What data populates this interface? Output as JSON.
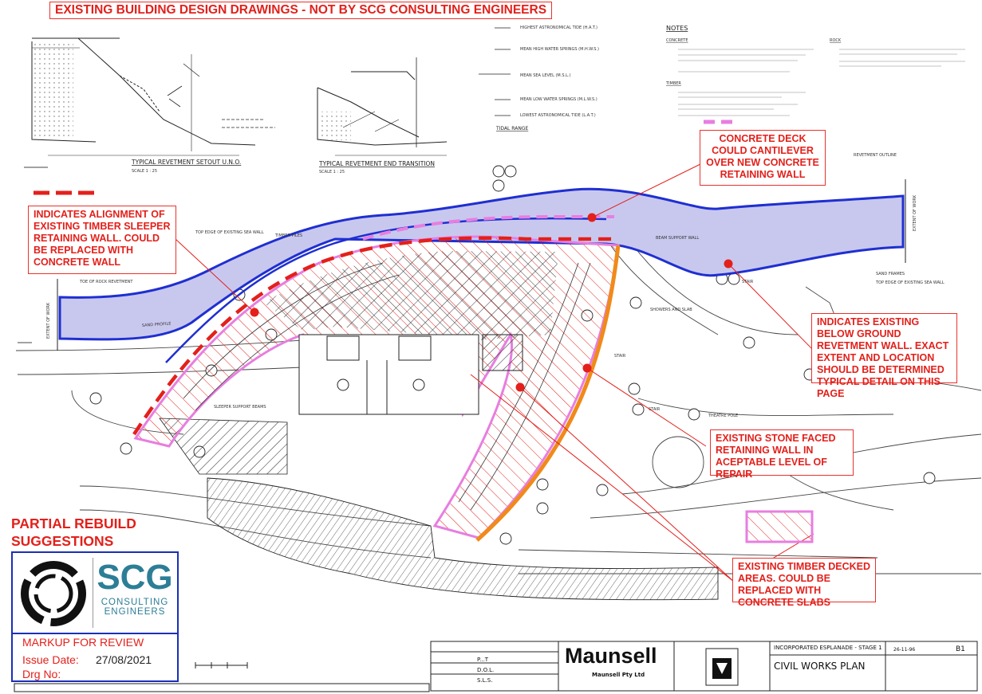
{
  "banner": "EXISTING BUILDING DESIGN DRAWINGS - NOT BY SCG CONSULTING ENGINEERS",
  "callouts": {
    "timber_wall": "INDICATES ALIGNMENT OF EXISTING TIMBER SLEEPER RETAINING WALL. COULD BE REPLACED WITH CONCRETE WALL",
    "concrete_deck": "CONCRETE DECK COULD CANTILEVER OVER NEW CONCRETE RETAINING WALL",
    "revetment_wall": "INDICATES EXISTING BELOW GROUND REVETMENT WALL. EXACT EXTENT AND LOCATION SHOULD BE DETERMINED TYPICAL DETAIL ON THIS PAGE",
    "stone_wall": "EXISTING STONE FACED RETAINING WALL IN ACEPTABLE LEVEL OF REPAIR",
    "timber_deck": "EXISTING TIMBER DECKED AREAS. COULD BE REPLACED WITH CONCRETE SLABS"
  },
  "partial_rebuild": "PARTIAL REBUILD SUGGESTIONS",
  "stamp": {
    "logo_text": "SCG",
    "logo_sub1": "CONSULTING",
    "logo_sub2": "ENGINEERS",
    "markup": "MARKUP FOR REVIEW",
    "issue_label": "Issue Date:",
    "issue_date": "27/08/2021",
    "drg_label": "Drg No:"
  },
  "drawing_text": {
    "section1_title": "TYPICAL REVETMENT SETOUT U.N.O.",
    "section1_scale": "SCALE 1 : 25",
    "section2_title": "TYPICAL REVETMENT END TRANSITION",
    "section2_scale": "SCALE 1 : 25",
    "tidal_range": "TIDAL RANGE",
    "notes_title": "NOTES",
    "concrete_head": "CONCRETE",
    "timber_head": "TIMBER",
    "rock_head": "ROCK",
    "tides": [
      "HIGHEST ASTRONOMICAL TIDE (H.A.T.)",
      "MEAN HIGH WATER SPRINGS (M.H.W.S.)",
      "MEAN SEA LEVEL (M.S.L.)",
      "MEAN LOW WATER SPRINGS (M.L.W.S.)",
      "LOWEST ASTRONOMICAL TIDE (L.A.T.)"
    ],
    "labels": {
      "sand_profile": "SAND PROFILE",
      "sleeper_beams": "SLEEPER SUPPORT BEAMS",
      "stair": "STAIR",
      "theatre_pole": "THEATRE POLE",
      "beam_support": "BEAM SUPPORT WALL",
      "revetment_outline": "REVETMENT OUTLINE",
      "top_sea_wall": "TOP EDGE OF EXISTING SEA WALL",
      "timber_piles": "TIMBER PILES",
      "sand_frames": "SAND FRAMES",
      "toe_rock": "TOE OF ROCK REVETMENT",
      "extent_left": "EXTENT OF WORK",
      "extent_right": "EXTENT OF WORK",
      "showers": "SHOWERS AND SLAB"
    }
  },
  "titleblock": {
    "company": "Maunsell",
    "company_sub": "Maunsell Pty Ltd",
    "project": "INCORPORATED ESPLANADE - STAGE 1",
    "title": "CIVIL WORKS PLAN",
    "drawn": "P...T",
    "designed": "D.O.L.",
    "checked": "S.L.S.",
    "rev": "B1",
    "date": "26-11-96"
  },
  "colors": {
    "accent_red": "#e3201b",
    "revetment_blue": "#1f2fd1",
    "revetment_fill": "#c8c8ef",
    "deck_pink": "#e77ee0",
    "stone_orange": "#f08a1a",
    "stamp_blue": "#1a2fb8",
    "scg_teal": "#2c7e96"
  }
}
